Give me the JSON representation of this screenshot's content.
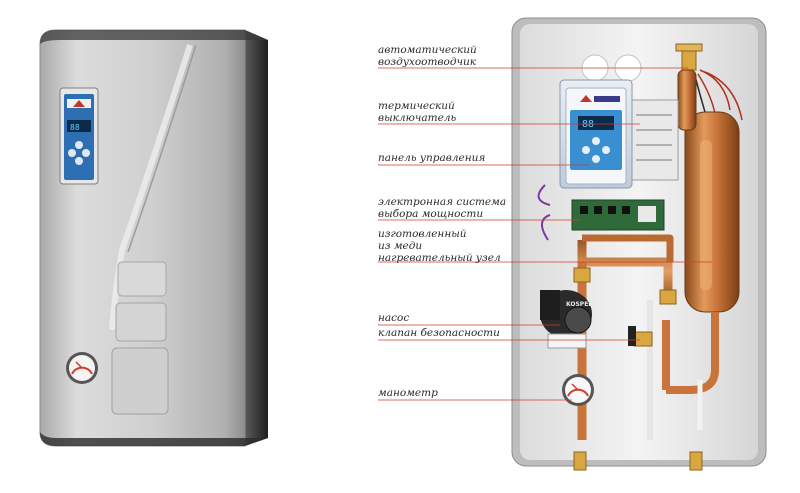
{
  "labels": [
    {
      "id": "air-vent",
      "text": "автоматический\nвоздухоотводчик"
    },
    {
      "id": "thermal-switch",
      "text": "термический\nвыключатель"
    },
    {
      "id": "control-panel",
      "text": "панель управления"
    },
    {
      "id": "power-system",
      "text": "электронная система\nвыбора мощности"
    },
    {
      "id": "heating-unit",
      "text": "изготовленный\nиз меди\nнагревательный узел"
    },
    {
      "id": "pump",
      "text": "насос"
    },
    {
      "id": "safety-valve",
      "text": "клапан безопасности"
    },
    {
      "id": "manometer",
      "text": "манометр"
    }
  ],
  "pump_brand": "KOSPEL",
  "colors": {
    "casing": "#c9c9c9",
    "copper": "#c8743a",
    "leader_line": "#d23c2a",
    "display": "#3a8fd0"
  }
}
